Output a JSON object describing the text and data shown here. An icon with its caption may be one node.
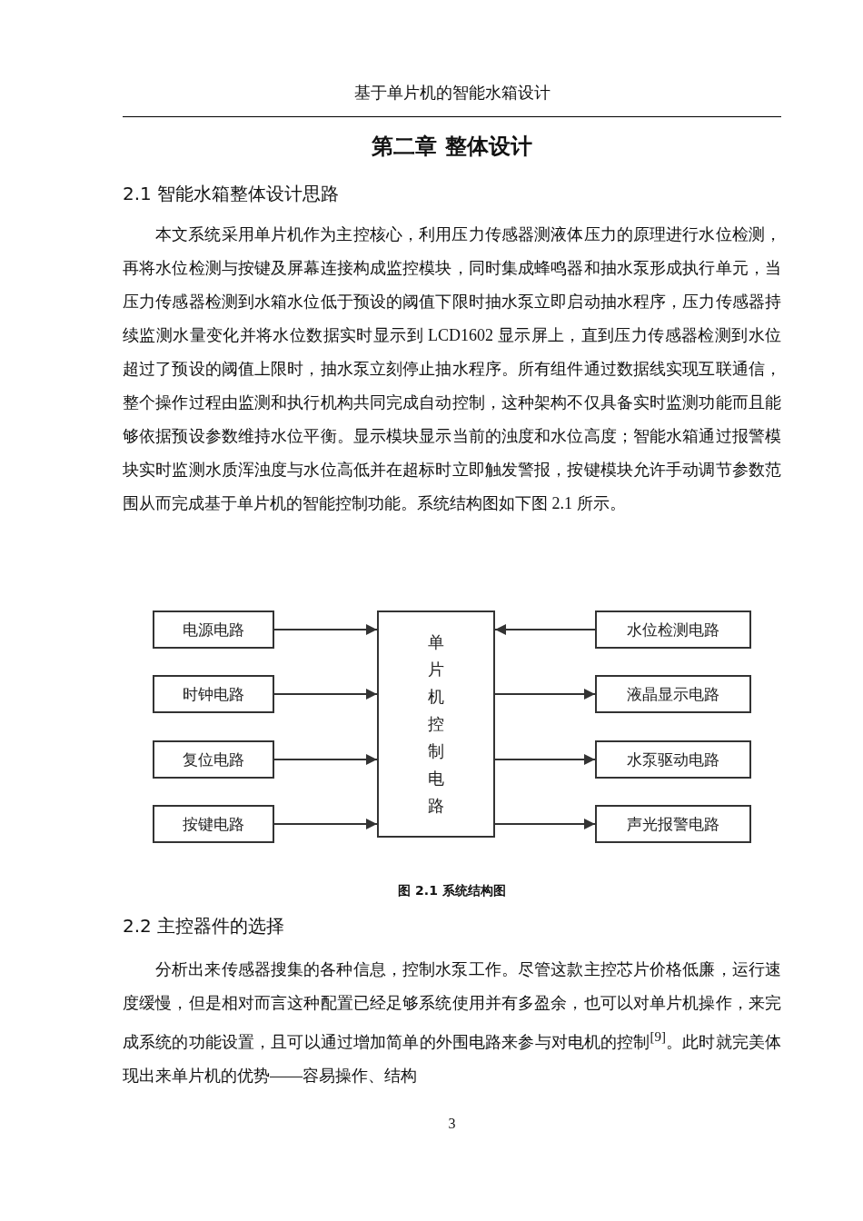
{
  "diagram": {
    "title": "第二章 整体设计",
    "caption": "图 2.1 系统结构图",
    "nodes": [
      {
        "text": [
          "电源电路"
        ]
      },
      {
        "text": [
          "时钟电路"
        ]
      },
      {
        "text": [
          "复位电路"
        ]
      },
      {
        "text": [
          "按键电路"
        ]
      },
      {
        "text": [
          "单片机控制电路"
        ]
      },
      {
        "text": [
          "水位检测电路"
        ]
      },
      {
        "text": [
          "液晶显示电路"
        ]
      },
      {
        "text": [
          "水泵驱动电路"
        ]
      },
      {
        "text": [
          "声光报警电路"
        ]
      }
    ],
    "edges": [
      {
        "from": 0,
        "to": 4,
        "arrow": "to"
      },
      {
        "from": 1,
        "to": 4,
        "arrow": "to"
      },
      {
        "from": 2,
        "to": 4,
        "arrow": "to"
      },
      {
        "from": 3,
        "to": 4,
        "arrow": "to"
      },
      {
        "from": 5,
        "to": 4,
        "arrow": "to"
      },
      {
        "from": 4,
        "to": 6,
        "arrow": "to"
      },
      {
        "from": 4,
        "to": 7,
        "arrow": "to"
      },
      {
        "from": 4,
        "to": 8,
        "arrow": "to"
      }
    ],
    "labels": [
      "基于单片机的智能水箱设计",
      "2.1 智能水箱整体设计思路",
      "本文系统采用单片机作为主控核心，利用压力传感器测液体压力的原理进行水位检测，再将水位检测与按键及屏幕连接构成监控模块，同时集成蜂鸣器和抽水泵形成执行单元，当压力传感器检测到水箱水位低于预设的阈值下限时抽水泵立即启动抽水程序，压力传感器持续监测水量变化并将水位数据实时显示到 LCD1602 显示屏上，直到压力传感器检测到水位超过了预设的阈值上限时，抽水泵立刻停止抽水程序。所有组件通过数据线实现互联通信，整个操作过程由监测和执行机构共同完成自动控制，这种架构不仅具备实时监测功能而且能够依据预设参数维持水位平衡。显示模块显示当前的浊度和水位高度；智能水箱通过报警模块实时监测水质浑浊度与水位高低并在超标时立即触发警报，按键模块允许手动调节参数范围从而完成基于单片机的智能控制功能。系统结构图如下图 2.1 所示。",
      "2.2 主控器件的选择",
      "分析出来传感器搜集的各种信息，控制水泵工作。尽管这款主控芯片价格低廉，运行速度缓慢，但是相对而言这种配置已经足够系统使用并有多盈余，也可以对单片机操作，来完成系统的功能设置，且可以通过增加简单的外围电路来参与对电机的控制$^{[9]}$。此时就完美体现出来单片机的优势——容易操作、结构",
      "3"
    ]
  }
}
